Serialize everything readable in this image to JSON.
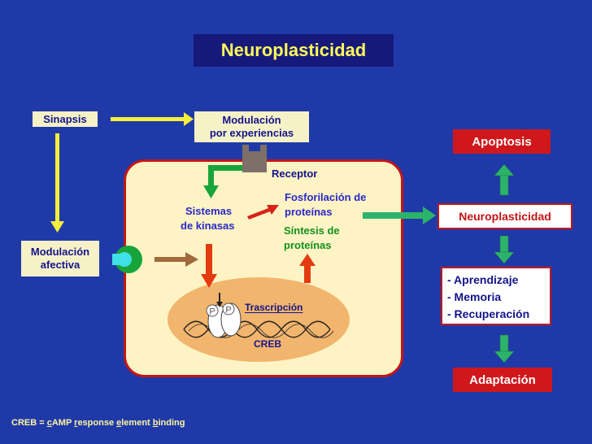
{
  "title": "Neuroplasticidad",
  "left": {
    "sinapsis": "Sinapsis",
    "modulacion_afectiva_1": "Modulación",
    "modulacion_afectiva_2": "afectiva"
  },
  "top_box": {
    "line1": "Modulación",
    "line2": "por experiencias"
  },
  "cell": {
    "receptor": "Receptor",
    "sistemas_1": "Sistemas",
    "sistemas_2": "de kinasas",
    "fosforilacion_1": "Fosforilación de",
    "fosforilacion_2": "proteínas",
    "sintesis_1": "Síntesis de",
    "sintesis_2": "proteínas",
    "trascripcion": "Trascripción",
    "creb": "CREB",
    "p1": "P",
    "p2": "P"
  },
  "right": {
    "apoptosis": "Apoptosis",
    "neuroplasticidad": "Neuroplasticidad",
    "list": [
      "- Aprendizaje",
      "- Memoria",
      "- Recuperación"
    ],
    "adaptacion": "Adaptación"
  },
  "footer": {
    "prefix": "CREB = ",
    "c": "c",
    "amp": "AMP ",
    "r": "r",
    "esponse": "esponse ",
    "e": "e",
    "lement": "lement ",
    "b": "b",
    "inding": "inding"
  },
  "colors": {
    "background": "#1f3aa8",
    "title_bg": "#16197a",
    "title_text": "#fffb5a",
    "cell_fill": "#fdf3c4",
    "cell_border": "#c41515",
    "arrow_yellow": "#f5ee3a",
    "arrow_green": "#17a43a",
    "arrow_red": "#e43a10",
    "arrow_brown": "#a06a3a"
  }
}
